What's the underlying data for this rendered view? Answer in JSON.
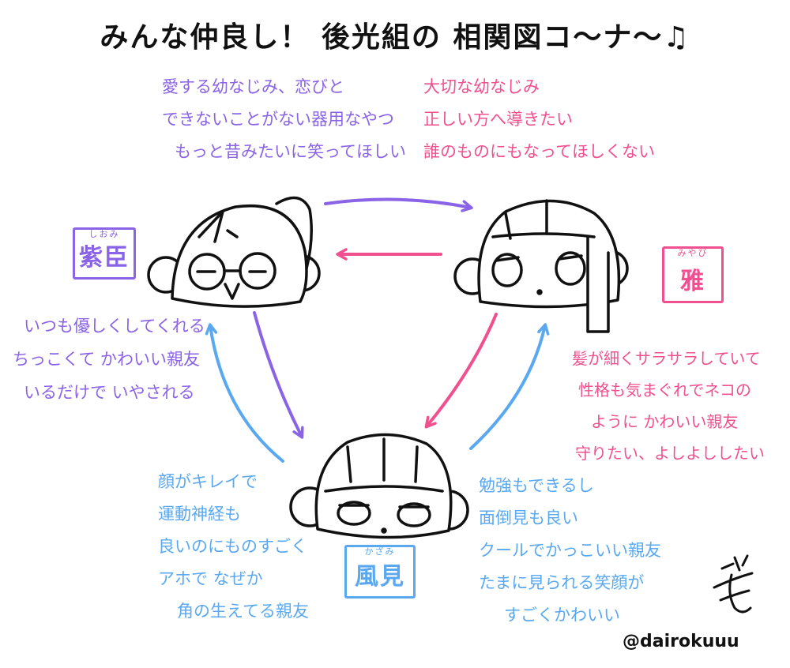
{
  "title": "みんな仲良し！ 後光組の 相関図コ～ナ～♫",
  "characters": {
    "shiomi": {
      "ruby": "しおみ",
      "name": "紫臣",
      "color": "#8a63e6"
    },
    "miyabi": {
      "ruby": "みやび",
      "name": "雅",
      "color": "#f0508f"
    },
    "kazami": {
      "ruby": "かざみ",
      "name": "風見",
      "color": "#5aa9f0"
    }
  },
  "relations": {
    "shiomi_to_miyabi": [
      "愛する幼なじみ、恋びと",
      "できないことがない器用なやつ",
      "もっと昔みたいに笑ってほしい"
    ],
    "miyabi_to_shiomi": [
      "大切な幼なじみ",
      "正しい方へ導きたい",
      "誰のものにもなってほしくない"
    ],
    "kazami_to_shiomi": [
      "いつも優しくしてくれる",
      "ちっこくて かわいい親友",
      "いるだけで いやされる"
    ],
    "kazami_to_miyabi": [
      "髪が細くサラサラしていて",
      "性格も気まぐれでネコの",
      "ように かわいい親友",
      "守りたい、よしよししたい"
    ],
    "shiomi_to_kazami": [
      "顔がキレイで",
      "運動神経も",
      "良いのにものすごく",
      "アホで なぜか",
      "角の生えてる親友"
    ],
    "miyabi_to_kazami": [
      "勉強もできるし",
      "面倒見も良い",
      "クールでかっこいい親友",
      "たまに見られる笑顔が",
      "すごくかわいい"
    ]
  },
  "credit": "@dairokuuu",
  "colors": {
    "purple": "#8a63e6",
    "pink": "#f0508f",
    "blue": "#5aa9f0"
  }
}
